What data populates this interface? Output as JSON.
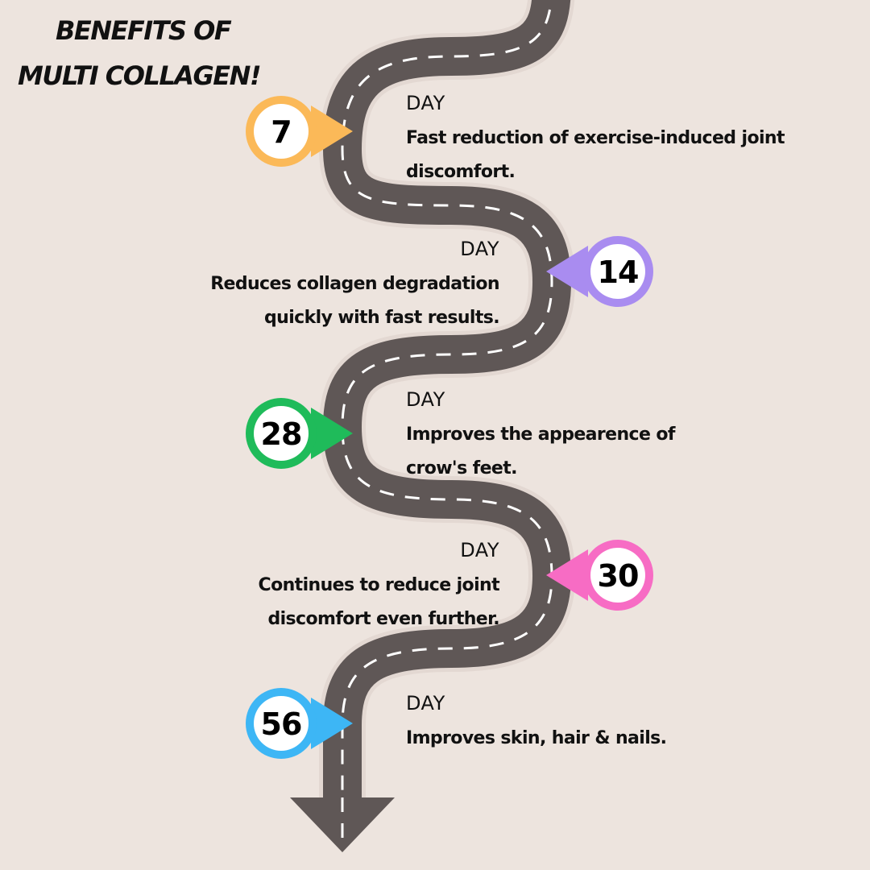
{
  "title": {
    "line1": "BENEFITS OF",
    "line2": "MULTI COLLAGEN!"
  },
  "milestones": [
    {
      "day": "7",
      "label": "DAY",
      "desc1": "Fast reduction of exercise-induced joint",
      "desc2": "discomfort.",
      "color": "#fbb958"
    },
    {
      "day": "14",
      "label": "DAY",
      "desc1": "Reduces collagen degradation",
      "desc2": "quickly with fast results.",
      "color": "#a98cf0"
    },
    {
      "day": "28",
      "label": "DAY",
      "desc1": "Improves the appearence of",
      "desc2": "crow's feet.",
      "color": "#1fbb5a"
    },
    {
      "day": "30",
      "label": "DAY",
      "desc1": "Continues to reduce joint",
      "desc2": "discomfort even further.",
      "color": "#f76cc4"
    },
    {
      "day": "56",
      "label": "DAY",
      "desc1": "Improves skin, hair & nails.",
      "desc2": "",
      "color": "#3db6f5"
    }
  ],
  "colors": {
    "background": "#ede4de",
    "road": "#5f5756",
    "road_edge": "#e3d8d2",
    "dash": "#ffffff",
    "badge_center": "#ffffff"
  }
}
